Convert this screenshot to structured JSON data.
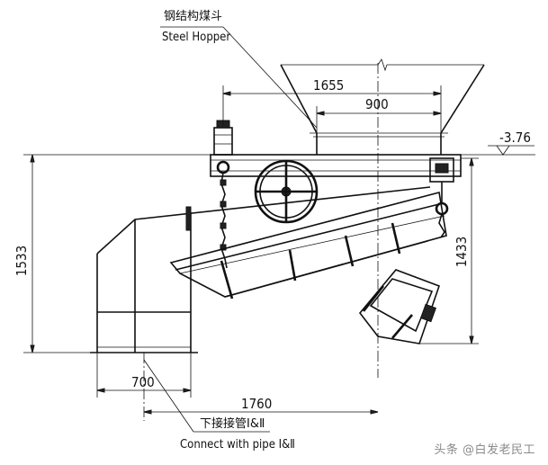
{
  "labels": {
    "hopper_cn": "钢结构煤斗",
    "hopper_en": "Steel Hopper",
    "pipe_cn": "下接接管Ⅰ&Ⅱ",
    "pipe_en": "Connect with pipe Ⅰ&Ⅱ"
  },
  "dimensions": {
    "top_width": "1655",
    "opening_width": "900",
    "elevation": "-3.76",
    "left_height": "1533",
    "right_height": "1433",
    "chute_width": "700",
    "total_length": "1760"
  },
  "watermark": "头条 @白发老民工"
}
